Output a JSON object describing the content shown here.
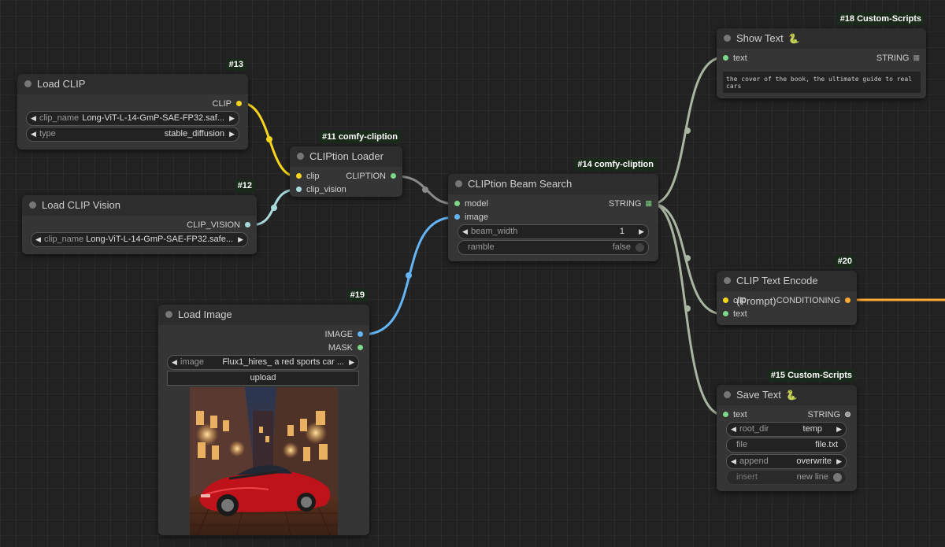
{
  "nodes": {
    "load_clip": {
      "id_badge": "#13",
      "title": "Load CLIP",
      "output": "CLIP",
      "widgets": [
        {
          "label": "clip_name",
          "value": "Long-ViT-L-14-GmP-SAE-FP32.saf..."
        },
        {
          "label": "type",
          "value": "stable_diffusion"
        }
      ]
    },
    "load_clip_vision": {
      "id_badge": "#12",
      "title": "Load CLIP Vision",
      "output": "CLIP_VISION",
      "widgets": [
        {
          "label": "clip_name",
          "value": "Long-ViT-L-14-GmP-SAE-FP32.safe..."
        }
      ]
    },
    "clip_loader": {
      "id_badge": "#11 comfy-cliption",
      "title": "CLIPtion Loader",
      "inputs": [
        "clip",
        "clip_vision"
      ],
      "output": "CLIPTION"
    },
    "beam_search": {
      "id_badge": "#14 comfy-cliption",
      "title": "CLIPtion Beam Search",
      "inputs": [
        "model",
        "image"
      ],
      "output": "STRING",
      "widgets": [
        {
          "label": "beam_width",
          "value": "1"
        },
        {
          "label": "ramble",
          "value": "false"
        }
      ]
    },
    "load_image": {
      "id_badge": "#19",
      "title": "Load Image",
      "outputs": [
        "IMAGE",
        "MASK"
      ],
      "widgets": [
        {
          "label": "image",
          "value": "Flux1_hires_ a red sports car ..."
        }
      ],
      "upload_label": "upload"
    },
    "show_text": {
      "id_badge": "#18 Custom-Scripts",
      "title": "Show Text",
      "input": "text",
      "output": "STRING",
      "text_value": "the cover of the book, the ultimate guide to real cars"
    },
    "clip_text_encode": {
      "id_badge": "#20",
      "title": "CLIP Text Encode (Prompt)",
      "inputs": [
        "clip",
        "text"
      ],
      "output": "CONDITIONING"
    },
    "save_text": {
      "id_badge": "#15 Custom-Scripts",
      "title": "Save Text",
      "input": "text",
      "output": "STRING",
      "widgets": [
        {
          "label": "root_dir",
          "value": "temp"
        },
        {
          "label": "file",
          "value": "file.txt"
        },
        {
          "label": "append",
          "value": "overwrite"
        },
        {
          "label": "insert",
          "value": "new line"
        }
      ]
    }
  },
  "colors": {
    "clip": "#f7d51d",
    "clip_vision": "#a8dadc",
    "cliption": "#8a8a8a",
    "image": "#64b5f6",
    "string": "#a8b5a0",
    "conditioning": "#ffa931",
    "green": "#7ed687"
  }
}
